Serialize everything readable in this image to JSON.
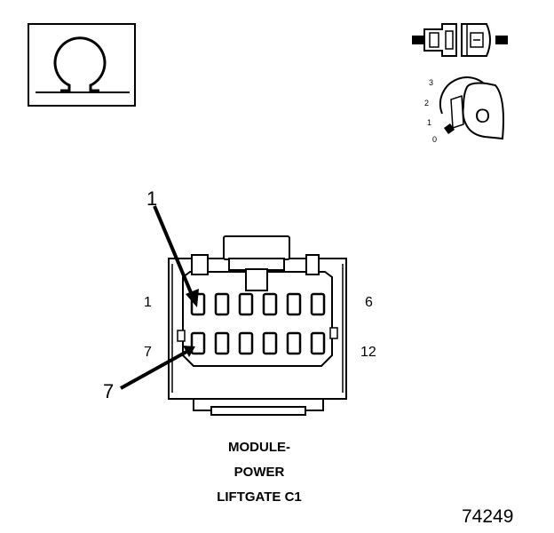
{
  "meter": {
    "symbol": "Ω",
    "symbol_name": "ohm-icon"
  },
  "ignition": {
    "positions": [
      "3",
      "2",
      "1",
      "0"
    ],
    "key_label": "O"
  },
  "connector": {
    "callouts": [
      "1",
      "7"
    ],
    "pin_labels": {
      "row1_left": "1",
      "row1_right": "6",
      "row2_left": "7",
      "row2_right": "12"
    },
    "cavities_per_row": 6,
    "rows": 2
  },
  "caption": {
    "line1": "MODULE-",
    "line2": "POWER",
    "line3": "LIFTGATE C1"
  },
  "figure_number": "74249"
}
